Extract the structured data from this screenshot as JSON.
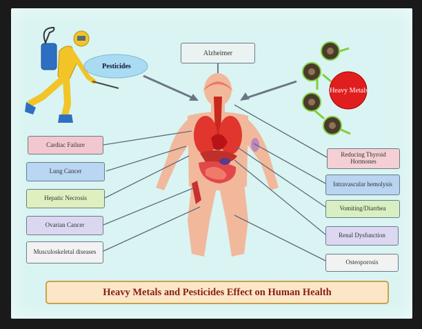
{
  "title": "Heavy Metals and Pesticides Effect on Human Health",
  "sources": {
    "pesticides": "Pesticides",
    "heavy_metals": "Heavy Metals"
  },
  "top_effect": "Alzheimer",
  "left_effects": [
    "Cardiac Failure",
    "Lung Cancer",
    "Hepatic Necrosis",
    "Ovarian Cancer",
    "Musculoskeletal diseases"
  ],
  "right_effects": [
    "Reducing Thyroid Hormones",
    "Intravascular hemolysis",
    "Vomiting/Diarrhea",
    "Renal Dysfunction",
    "Osteoporosis"
  ],
  "colors": {
    "cardiac": "#f3c7cf",
    "lung": "#b9d6f2",
    "hepatic": "#dff0c0",
    "ovarian": "#dcd7f0",
    "musculo": "#f2f2f2",
    "thyroid": "#f4cfd4",
    "hemolysis": "#b8d4f0",
    "vomiting": "#d8efc2",
    "renal": "#ddd8f2",
    "osteo": "#f2f2f2",
    "heavy_metal_circle": "#e01e1e",
    "banner_text": "#8a1d12"
  },
  "icons": [
    "hazmat-sprayer-icon",
    "metal-ore-icon",
    "human-body-organs-icon"
  ]
}
